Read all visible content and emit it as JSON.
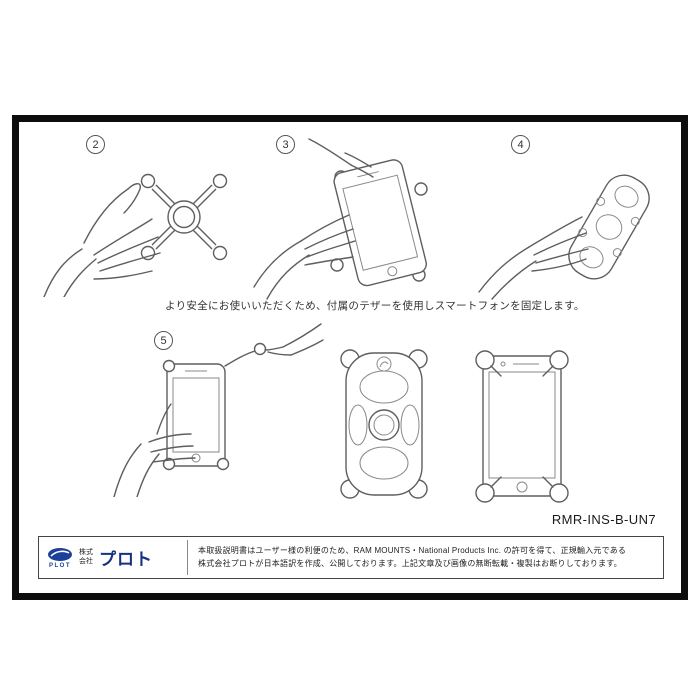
{
  "page": {
    "caption": "より安全にお使いいただくため、付属のテザーを使用しスマートフォンを固定します。",
    "part_number": "RMR-INS-B-UN7"
  },
  "steps": [
    {
      "number": "2"
    },
    {
      "number": "3"
    },
    {
      "number": "4"
    },
    {
      "number": "5"
    }
  ],
  "footer": {
    "logo": {
      "mark_text": "PLOT",
      "company_prefix_line1": "株式",
      "company_prefix_line2": "会社",
      "company_name": "プロト",
      "brand_color": "#1c3f9c"
    },
    "disclaimer_line1": "本取扱説明書はユーザー様の利便のため、RAM MOUNTS・National Products Inc. の許可を得て、正規輸入元である",
    "disclaimer_line2": "株式会社プロトが日本語訳を作成、公開しております。上記文章及び画像の無断転載・複製はお断りしております。"
  }
}
